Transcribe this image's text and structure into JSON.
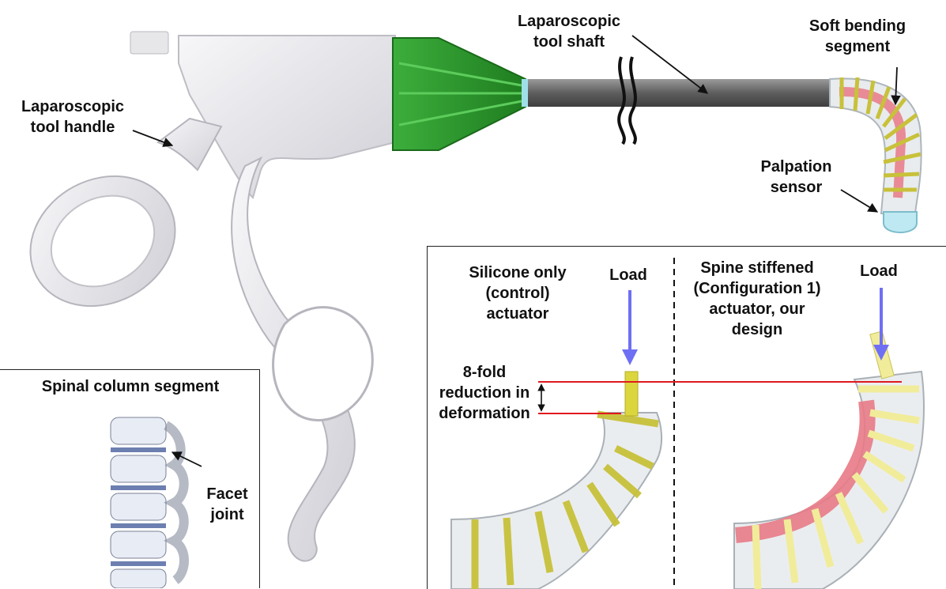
{
  "labels": {
    "handle": [
      "Laparoscopic",
      "tool handle"
    ],
    "shaft": [
      "Laparoscopic",
      "tool shaft"
    ],
    "bending": [
      "Soft bending",
      "segment"
    ],
    "palpation": [
      "Palpation",
      "sensor"
    ],
    "spinal_title": "Spinal column segment",
    "facet": [
      "Facet",
      "joint"
    ],
    "silicone": [
      "Silicone only",
      "(control)",
      "actuator"
    ],
    "load_left": "Load",
    "load_right": "Load",
    "spine": [
      "Spine stiffened",
      "(Configuration 1)",
      "actuator, our",
      "design"
    ],
    "reduction": [
      "8-fold",
      "reduction in",
      "deformation"
    ]
  },
  "colors": {
    "handle": "#e4e4e8",
    "cone": "#2e9a2e",
    "shaft": "#6e6e6e",
    "band": "#c8c13a",
    "band_light": "#f1ec9a",
    "spine": "#e87a86",
    "sensor": "#bfe9f2",
    "load_arrow": "#6f6ff5",
    "ref_line": "#e0191e"
  }
}
